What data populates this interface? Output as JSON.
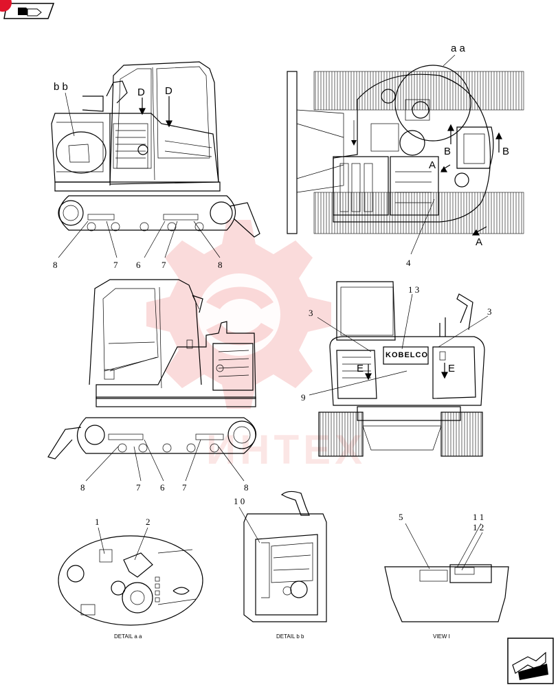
{
  "header": {
    "nav_icon": "back-arrow-icon",
    "marker_color": "#e0142b"
  },
  "footer": {
    "nav_icon": "next-page-arrow-icon"
  },
  "watermark": {
    "text": "ИНТЕХ",
    "color": "#e53935"
  },
  "views": {
    "top_left": {
      "detail_ref": "b b",
      "arrow_labels": [
        "D",
        "D"
      ]
    },
    "top_right": {
      "detail_ref": "a a",
      "arrow_labels": [
        "B",
        "B",
        "A",
        "A"
      ]
    },
    "rear": {
      "arrow_labels": [
        "E",
        "E"
      ],
      "brand": "KOBELCO"
    }
  },
  "callouts": {
    "tl": [
      "8",
      "7",
      "6",
      "7",
      "8"
    ],
    "tr": [
      "4"
    ],
    "ml": [
      "8",
      "7",
      "6",
      "7",
      "8"
    ],
    "mr": [
      "3",
      "1 3",
      "3",
      "9"
    ],
    "det_aa": [
      "1",
      "2"
    ],
    "det_bb": [
      "1 0"
    ],
    "view_i": [
      "5",
      "1 1",
      "1 2"
    ]
  },
  "captions": {
    "detail_aa": "DETAIL a a",
    "detail_bb": "DETAIL b b",
    "view_i": "VIEW  I"
  }
}
